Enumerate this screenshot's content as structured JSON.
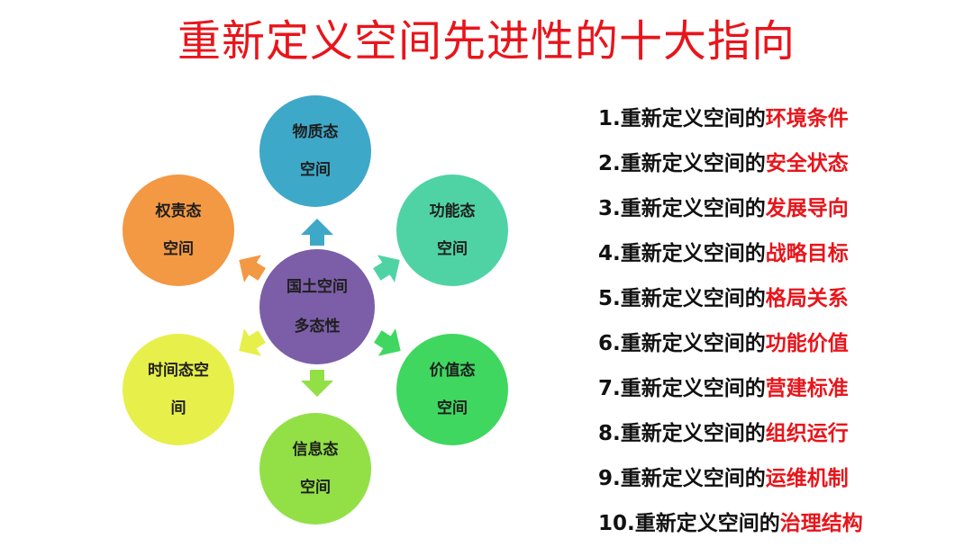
{
  "title": "重新定义空间先进性的十大指向",
  "colors": {
    "title": "#e8151b",
    "highlight": "#e8151b",
    "center": "#7b5ea7",
    "material": "#3ea8c8",
    "function": "#4fd3a4",
    "value": "#3fd760",
    "information": "#92e046",
    "time": "#e7ef4a",
    "power": "#f39843"
  },
  "diagram": {
    "center": {
      "line1": "国土空间",
      "line2": "多态性"
    },
    "nodes": [
      {
        "line1": "物质态",
        "line2": "空间"
      },
      {
        "line1": "功能态",
        "line2": "空间"
      },
      {
        "line1": "价值态",
        "line2": "空间"
      },
      {
        "line1": "信息态",
        "line2": "空间"
      },
      {
        "line1": "时间态空",
        "line2": "间"
      },
      {
        "line1": "权责态",
        "line2": "空间"
      }
    ]
  },
  "list": [
    {
      "prefix": "1.重新定义空间的",
      "highlight": "环境条件"
    },
    {
      "prefix": "2.重新定义空间的",
      "highlight": "安全状态"
    },
    {
      "prefix": "3.重新定义空间的",
      "highlight": "发展导向"
    },
    {
      "prefix": "4.重新定义空间的",
      "highlight": "战略目标"
    },
    {
      "prefix": "5.重新定义空间的",
      "highlight": "格局关系"
    },
    {
      "prefix": "6.重新定义空间的",
      "highlight": "功能价值"
    },
    {
      "prefix": "7.重新定义空间的",
      "highlight": "营建标准"
    },
    {
      "prefix": "8.重新定义空间的",
      "highlight": "组织运行"
    },
    {
      "prefix": "9.重新定义空间的",
      "highlight": "运维机制"
    },
    {
      "prefix": "10.重新定义空间的",
      "highlight": "治理结构"
    }
  ]
}
